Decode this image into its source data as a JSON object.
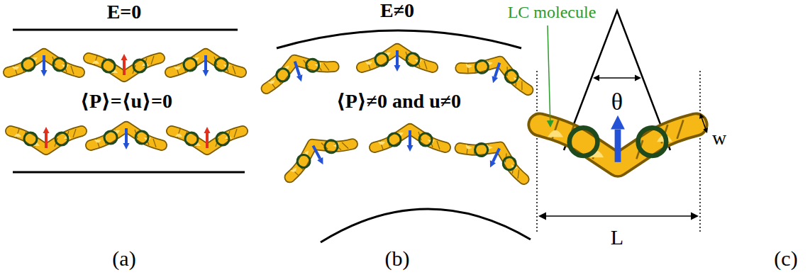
{
  "diagram": {
    "labels": [
      "E=0",
      "⟨P⟩=⟨u⟩=0",
      "(a)",
      "E≠0",
      "⟨P⟩≠0 and u≠0",
      "(b)",
      "LC molecule",
      "θ",
      "w",
      "L",
      "(c)"
    ]
  }
}
